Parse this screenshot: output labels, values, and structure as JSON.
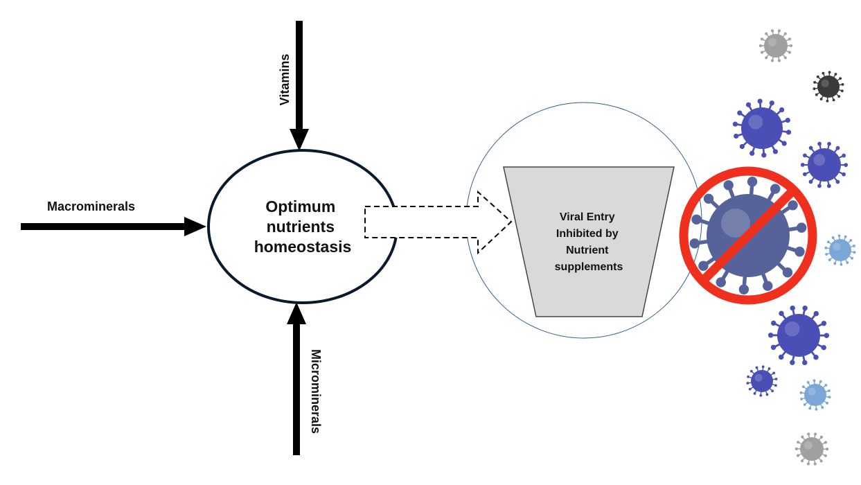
{
  "labels": {
    "vitamins": "Vitamins",
    "macrominerals": "Macrominerals",
    "microminerals": "Microminerals",
    "center": [
      "Optimum",
      "nutrients",
      "homeostasis"
    ],
    "funnel": [
      "Viral Entry",
      "Inhibited by",
      "Nutrient",
      "supplements"
    ]
  },
  "colors": {
    "arrow": "#000000",
    "ellipse_stroke": "#0a1a2e",
    "big_circle": "#2e5e8e",
    "funnel_fill": "#d9d9d9",
    "prohibition": "#f0301e",
    "virus_blue": "#4a4fb5",
    "virus_slate": "#56639a",
    "virus_light": "#7aa7d6",
    "virus_gray": "#a0a0a0",
    "virus_dark": "#3a3a3a"
  },
  "icons": [
    "virus-icon",
    "prohibition-sign-icon",
    "hollow-arrow-icon"
  ]
}
